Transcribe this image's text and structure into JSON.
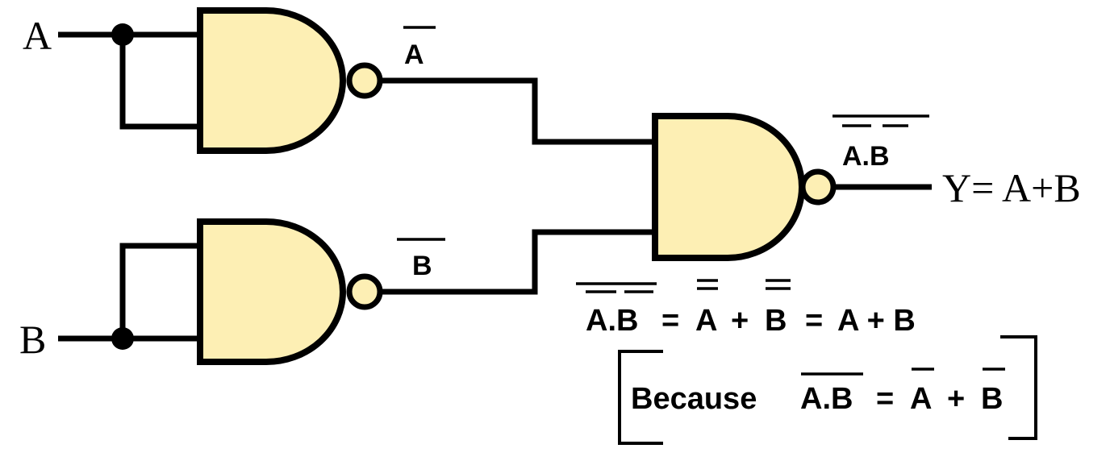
{
  "inputs": {
    "a": "A",
    "b": "B"
  },
  "wire_labels": {
    "not_a": "A",
    "not_b": "B",
    "nand_out": "A.B"
  },
  "output": "Y= A+B",
  "equation": {
    "term1": "A.B",
    "eq1": "=",
    "term2": "A",
    "plus1": "+",
    "term3": "B",
    "eq2": "=",
    "result": "A + B"
  },
  "note": {
    "because": "Because",
    "term1": "A.B",
    "eq": "=",
    "term2": "A",
    "plus": "+",
    "term3": "B"
  },
  "colors": {
    "gate_fill": "#fdefb4",
    "stroke": "#000000"
  }
}
